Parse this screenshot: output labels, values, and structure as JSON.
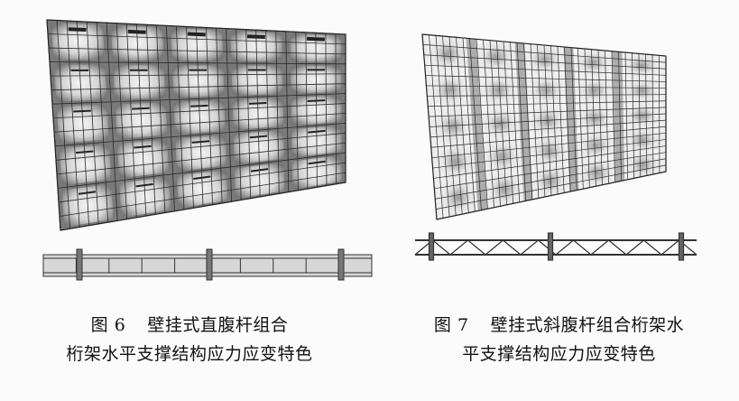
{
  "figures": [
    {
      "number": "图 6",
      "caption_line1": "壁挂式直腹杆组合",
      "caption_line2": "桁架水平支撑结构应力应变特色"
    },
    {
      "number": "图 7",
      "caption_line1": "壁挂式斜腹杆组合桁架水",
      "caption_line2": "平支撑结构应力应变特色"
    }
  ],
  "colors": {
    "background": "#fbfbfb",
    "grid_line": "#2a2a2a",
    "stress_dark": "#6a6a6a",
    "stress_light": "#f2f2f2"
  }
}
